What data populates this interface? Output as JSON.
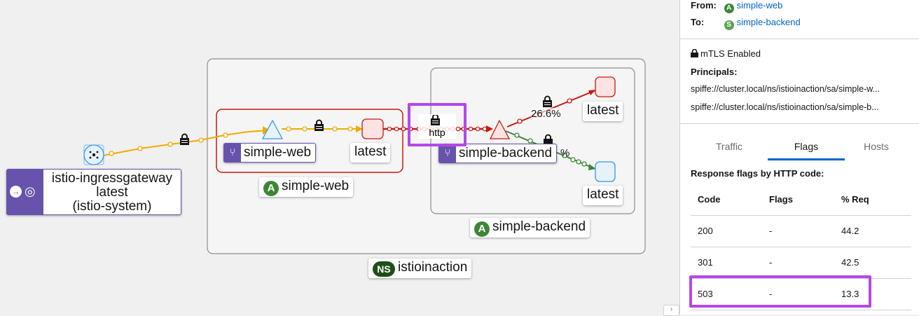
{
  "graph": {
    "namespace_badge": "NS",
    "namespace": "istioinaction",
    "app_badge": "A",
    "ingress": {
      "line1": "istio-ingressgateway",
      "line2": "latest",
      "line3": "(istio-system)"
    },
    "simple_web_service": "simple-web",
    "simple_web_version": "latest",
    "simple_web_app": "simple-web",
    "simple_backend_service": "simple-backend",
    "simple_backend_app": "simple-backend",
    "backend_version_red": "latest",
    "backend_version_blue": "latest",
    "edge_label_http": "http",
    "edge_label_pct": "26.6%",
    "edge_label_pct2": "%",
    "colors": {
      "edge_ok": "#f0ab00",
      "edge_error": "#c9190b",
      "edge_success": "#3e8635",
      "highlight": "#b547e8",
      "node_border": "#6753ac"
    }
  },
  "panel": {
    "from_label": "From:",
    "from_badge": "A",
    "from_value": "simple-web",
    "to_label": "To:",
    "to_badge": "S",
    "to_value": "simple-backend",
    "mtls": "mTLS Enabled",
    "principals_label": "Principals:",
    "principal_1": "spiffe://cluster.local/ns/istioinaction/sa/simple-w...",
    "principal_2": "spiffe://cluster.local/ns/istioinaction/sa/simple-b...",
    "tabs": [
      "Traffic",
      "Flags",
      "Hosts"
    ],
    "active_tab": "Flags",
    "flags_title": "Response flags by HTTP code:",
    "table": {
      "headers": [
        "Code",
        "Flags",
        "% Req"
      ],
      "rows": [
        [
          "200",
          "-",
          "44.2"
        ],
        [
          "301",
          "-",
          "42.5"
        ],
        [
          "503",
          "-",
          "13.3"
        ]
      ]
    }
  }
}
